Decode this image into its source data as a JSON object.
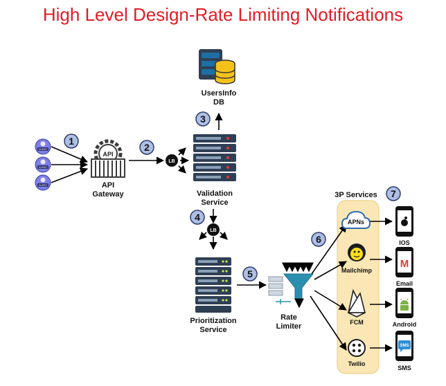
{
  "title": "High Level Design-Rate Limiting Notifications",
  "colors": {
    "title": "#e31b23",
    "step_circle": "#aebfe6",
    "services_panel": "#fbe7b5",
    "server": "#2f3f54",
    "db_cylinder": "#f5c21b",
    "funnel": "#2b8fb0",
    "phone": "#111111"
  },
  "steps": [
    "1",
    "2",
    "3",
    "4",
    "5",
    "6",
    "7"
  ],
  "clients": [
    {
      "label": "CLIENT",
      "icon": "client-icon"
    },
    {
      "label": "CLIENT",
      "icon": "client-icon"
    },
    {
      "label": "CLIENT",
      "icon": "client-icon"
    }
  ],
  "api_gateway": {
    "badge": "API",
    "label_line1": "API",
    "label_line2": "Gateway",
    "icon": "gateway-icon"
  },
  "load_balancer": {
    "label": "LB",
    "icon": "load-balancer-icon"
  },
  "users_db": {
    "label_line1": "UsersInfo",
    "label_line2": "DB",
    "icon": "database-icon"
  },
  "validation_service": {
    "label_line1": "Validation",
    "label_line2": "Service",
    "icon": "server-icon"
  },
  "prioritization_service": {
    "label_line1": "Prioritization",
    "label_line2": "Service",
    "icon": "server-icon"
  },
  "rate_limiter": {
    "label_line1": "Rate",
    "label_line2": "Limiter",
    "icon": "funnel-icon"
  },
  "third_party": {
    "heading": "3P Services",
    "services": [
      {
        "label": "APNs",
        "icon": "cloud-icon"
      },
      {
        "label": "Mailchimp",
        "icon": "mailchimp-icon"
      },
      {
        "label": "FCM",
        "icon": "firebase-icon"
      },
      {
        "label": "Twilio",
        "icon": "twilio-icon"
      }
    ]
  },
  "devices": [
    {
      "label": "IOS",
      "icon": "apple-phone-icon"
    },
    {
      "label": "Email",
      "icon": "gmail-phone-icon",
      "glyph": "M"
    },
    {
      "label": "Android",
      "icon": "android-phone-icon"
    },
    {
      "label": "SMS",
      "icon": "sms-phone-icon",
      "glyph": "SMS"
    }
  ]
}
